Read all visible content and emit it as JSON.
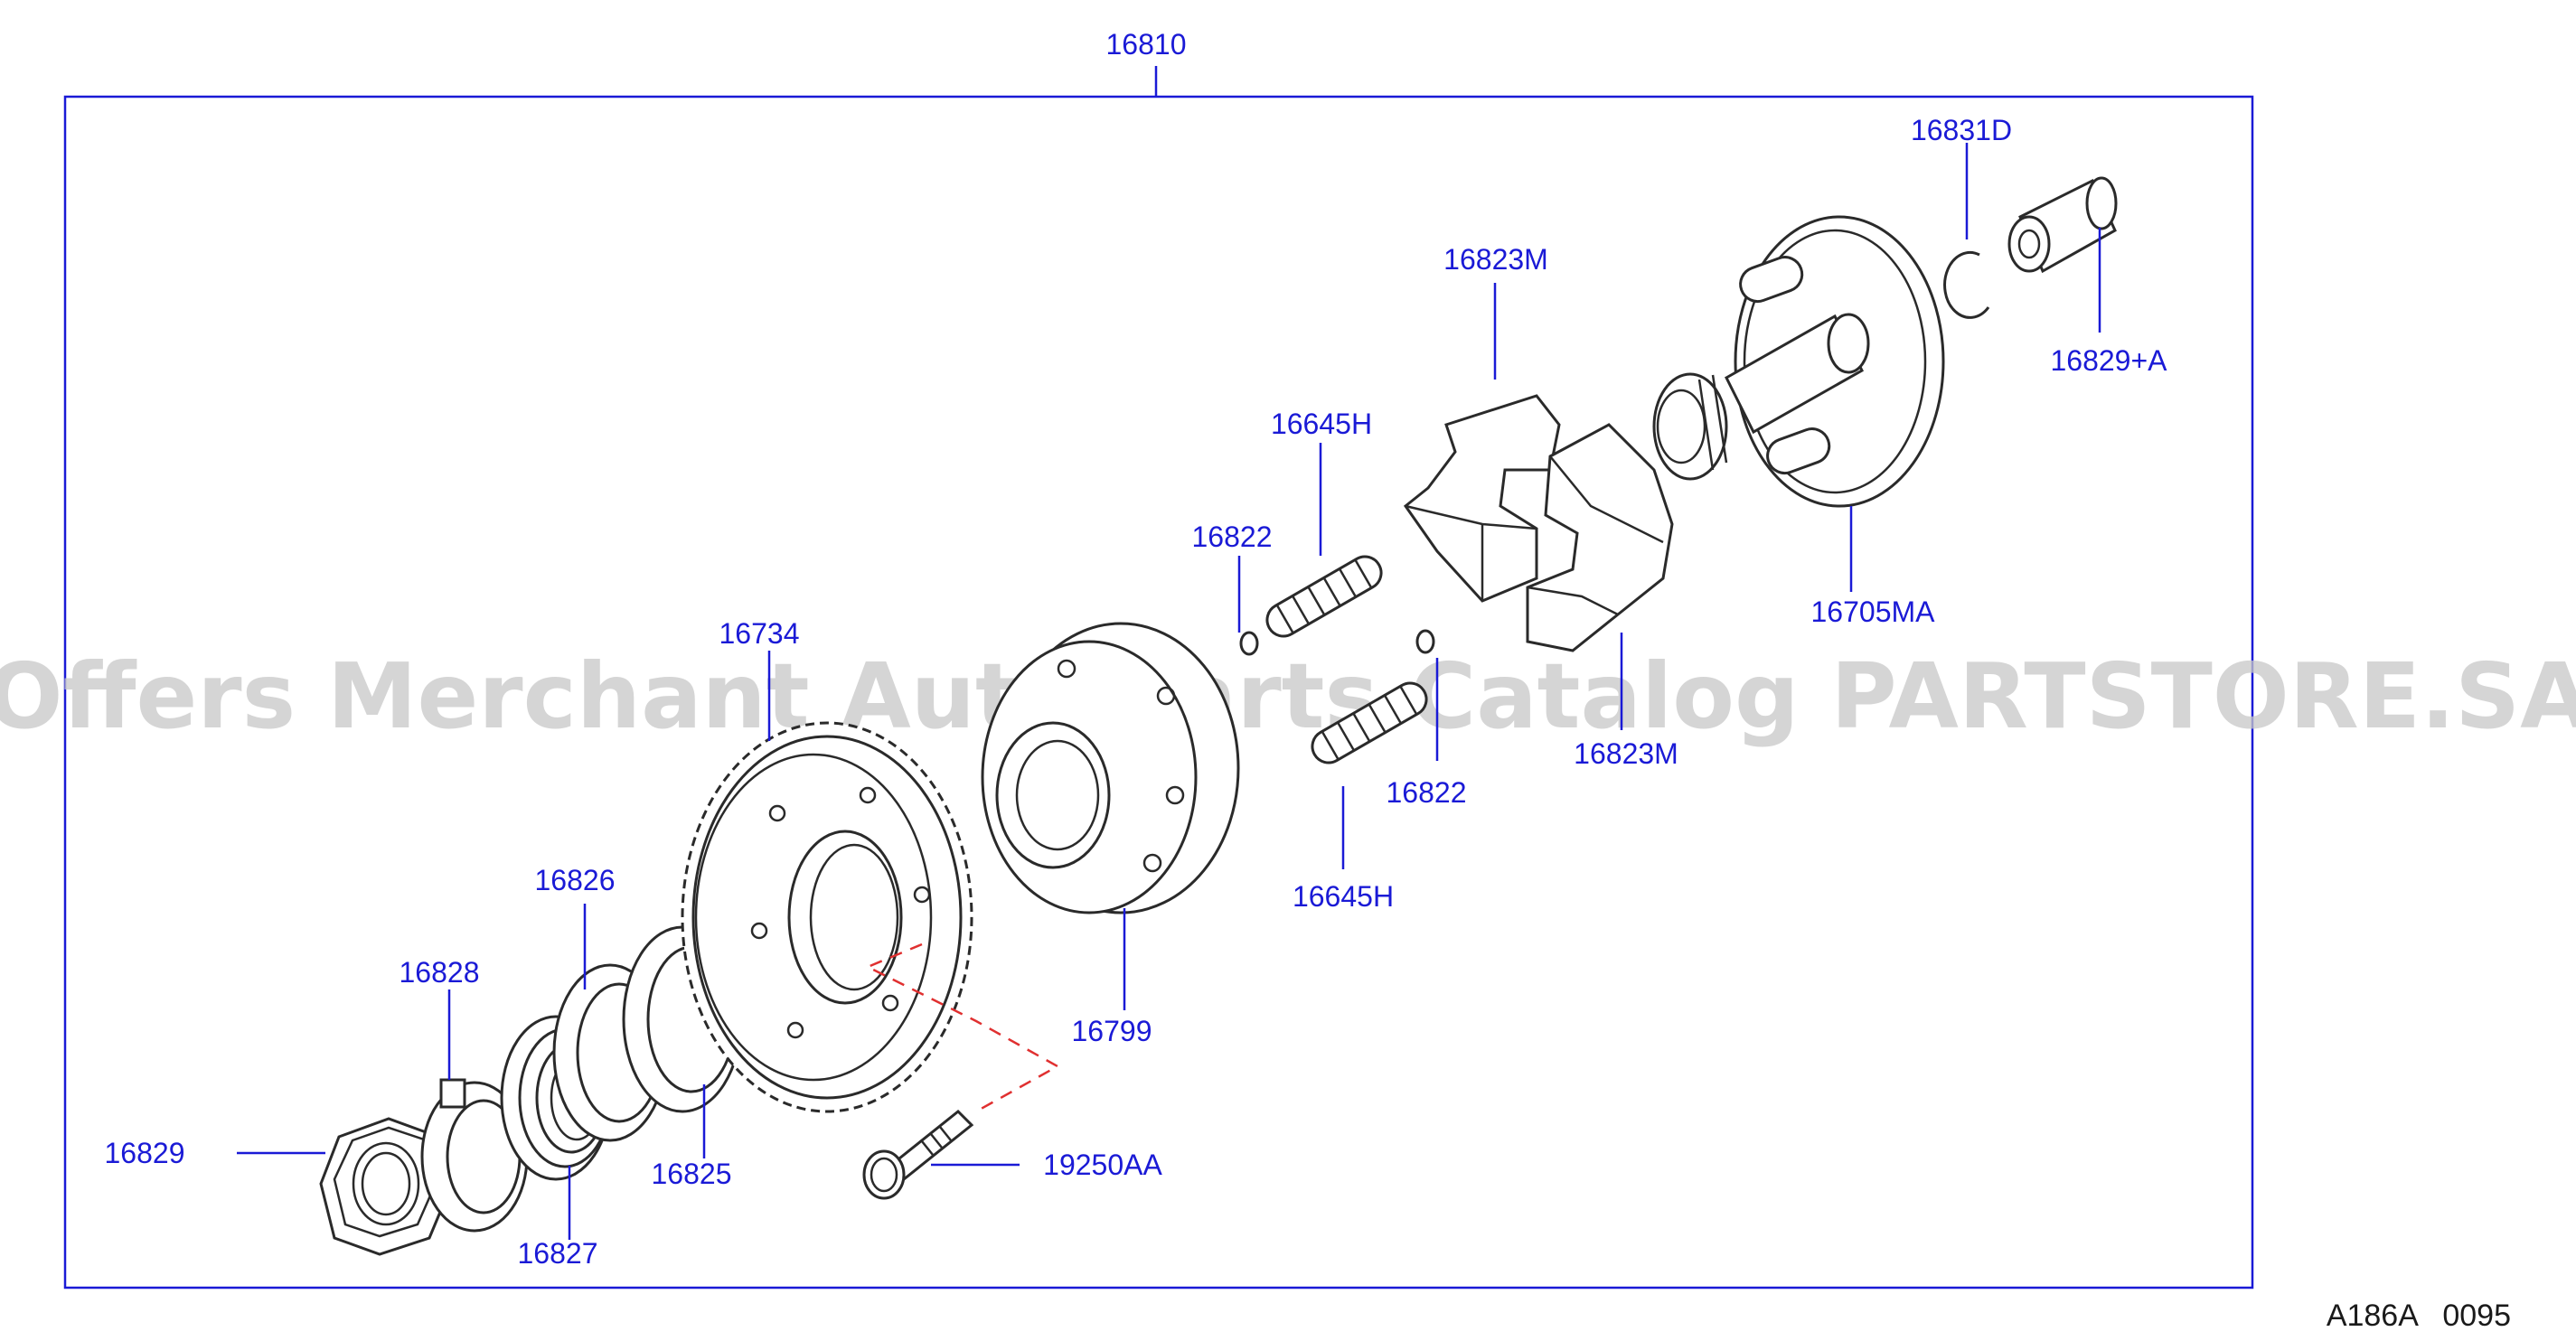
{
  "diagram": {
    "assembly_number": "16810",
    "figure_code": "A186A   0095",
    "watermark": "Offers Merchant Auto Parts Catalog PARTSTORE.SA",
    "accent_color": "#1a1ad6",
    "labels": {
      "p16831D": "16831D",
      "p16829A": "16829+A",
      "p16823M_top": "16823M",
      "p16645H_top": "16645H",
      "p16822_top": "16822",
      "p16705MA": "16705MA",
      "p16734": "16734",
      "p16823M_bottom": "16823M",
      "p16822_bottom": "16822",
      "p16645H_bottom": "16645H",
      "p16826": "16826",
      "p16828": "16828",
      "p16799": "16799",
      "p16829": "16829",
      "p16825": "16825",
      "p19250AA": "19250AA",
      "p16827": "16827"
    }
  }
}
